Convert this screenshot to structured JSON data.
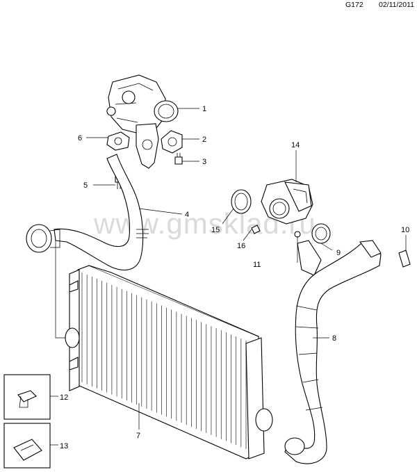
{
  "header": {
    "code": "G172",
    "date": "02/11/2011"
  },
  "watermark": "www.gmsklad.ru",
  "callouts": {
    "c1": "1",
    "c2": "2",
    "c3": "3",
    "c4": "4",
    "c5": "5",
    "c6": "6",
    "c7": "7",
    "c8": "8",
    "c9": "9",
    "c10": "10",
    "c11": "11",
    "c12": "12",
    "c13": "13",
    "c14": "14",
    "c15": "15",
    "c16": "16"
  }
}
